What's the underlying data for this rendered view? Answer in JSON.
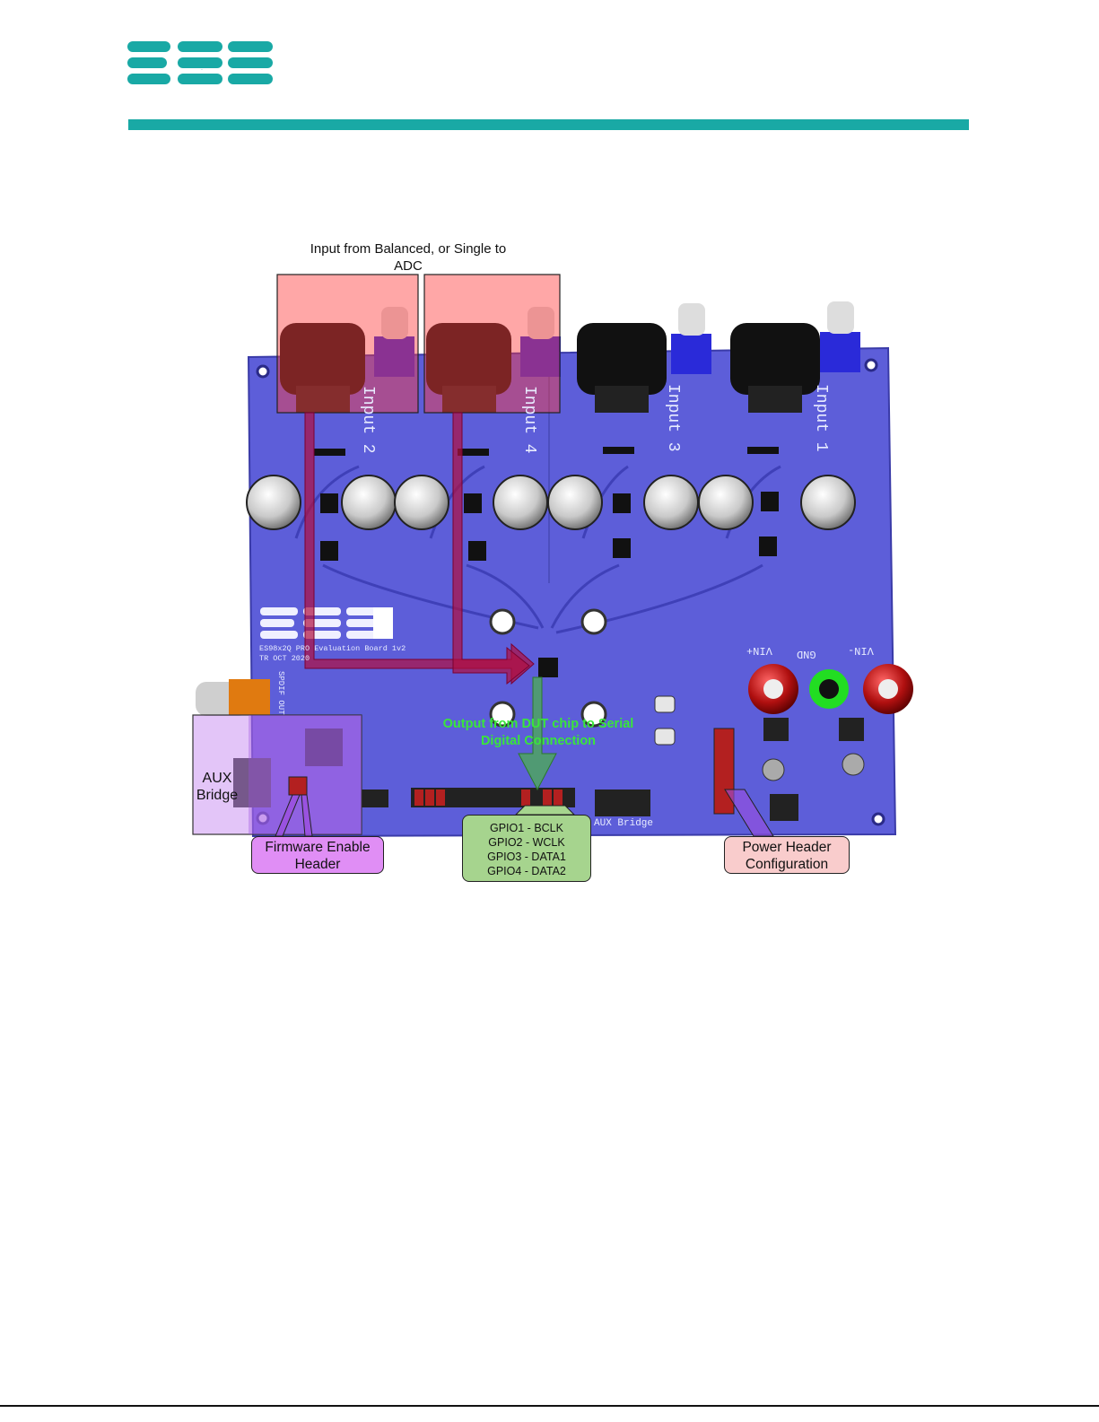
{
  "header": {
    "logo_text": "ESS",
    "brand_color": "#19a9a5"
  },
  "figure": {
    "input_caption_line1": "Input from Balanced, or Single to",
    "input_caption_line2": "ADC",
    "output_caption_line1": "Output from DUT chip to Serial",
    "output_caption_line2": "Digital Connection",
    "aux_bridge_line1": "AUX",
    "aux_bridge_line2": "Bridge",
    "firmware_label_line1": "Firmware Enable",
    "firmware_label_line2": "Header",
    "gpio_lines": [
      "GPIO1 - BCLK",
      "GPIO2 - WCLK",
      "GPIO3 - DATA1",
      "GPIO4 - DATA2"
    ],
    "power_label_line1": "Power Header",
    "power_label_line2": "Configuration"
  },
  "board": {
    "board_color": "#5a5ad6",
    "silk_input_2": "Input 2",
    "silk_input_4": "Input 4",
    "silk_input_3": "Input 3",
    "silk_input_1": "Input 1",
    "silk_title": "ES98x2Q PRO Evaluation Board 1v2",
    "silk_date": "TR OCT 2020",
    "silk_vinp": "VIN+",
    "silk_gnd": "GND",
    "silk_vinm": "VIN-",
    "silk_aux": "AUX Bridge",
    "silk_spdif": "SPDIF OUT"
  }
}
